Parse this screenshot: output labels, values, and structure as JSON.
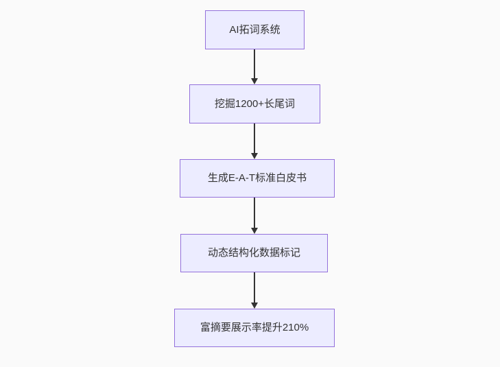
{
  "canvas": {
    "background_color": "#fafafa"
  },
  "chart_data": {
    "type": "table",
    "note": "vertical flowchart, top-down"
  },
  "flowchart": {
    "direction": "top-down",
    "node_fill_color": "#ECECFF",
    "node_border_color": "#9370DB",
    "text_color": "#333333",
    "arrow_color": "#333333",
    "nodes": [
      {
        "id": "n1",
        "label": "AI拓词系统"
      },
      {
        "id": "n2",
        "label": "挖掘1200+长尾词"
      },
      {
        "id": "n3",
        "label": "生成E-A-T标准白皮书"
      },
      {
        "id": "n4",
        "label": "动态结构化数据标记"
      },
      {
        "id": "n5",
        "label": "富摘要展示率提升210%"
      }
    ],
    "edges": [
      {
        "from": "n1",
        "to": "n2"
      },
      {
        "from": "n2",
        "to": "n3"
      },
      {
        "from": "n3",
        "to": "n4"
      },
      {
        "from": "n4",
        "to": "n5"
      }
    ]
  }
}
